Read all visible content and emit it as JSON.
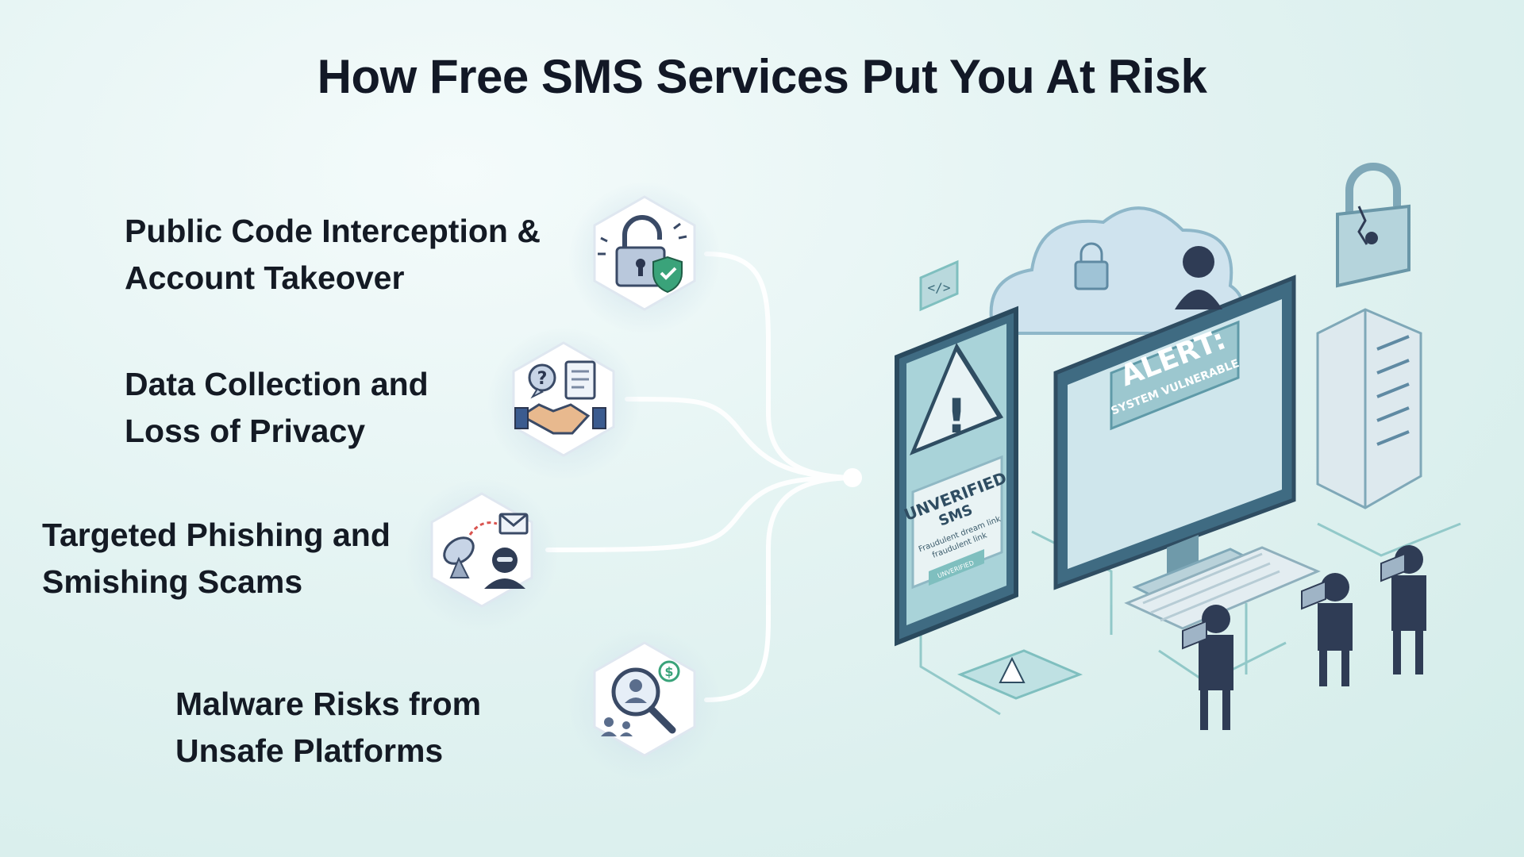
{
  "title": "How Free SMS Services Put You At Risk",
  "risks": [
    {
      "line1": "Public Code Interception &",
      "line2": "Account Takeover",
      "icon": "broken-padlock-shield-icon"
    },
    {
      "line1": "Data Collection and",
      "line2": "Loss of Privacy",
      "icon": "handshake-document-icon"
    },
    {
      "line1": "Targeted Phishing and",
      "line2": "Smishing Scams",
      "icon": "satellite-hacker-email-icon"
    },
    {
      "line1": "Malware Risks from",
      "line2": "Unsafe Platforms",
      "icon": "magnifier-user-dollar-icon"
    }
  ],
  "illustration": {
    "phone_heading": "UNVERIFIED",
    "phone_subheading": "SMS",
    "phone_body_1": "Fraudulent dream link",
    "phone_body_2": "fraudulent link",
    "phone_button": "UNVERIFIED",
    "monitor_alert": "ALERT:",
    "monitor_sub": "SYSTEM VULNERABLE",
    "code_tag": "</>"
  },
  "colors": {
    "teal": "#7fbfbf",
    "navy": "#2f3c55",
    "accent_green": "#3aa37a"
  }
}
